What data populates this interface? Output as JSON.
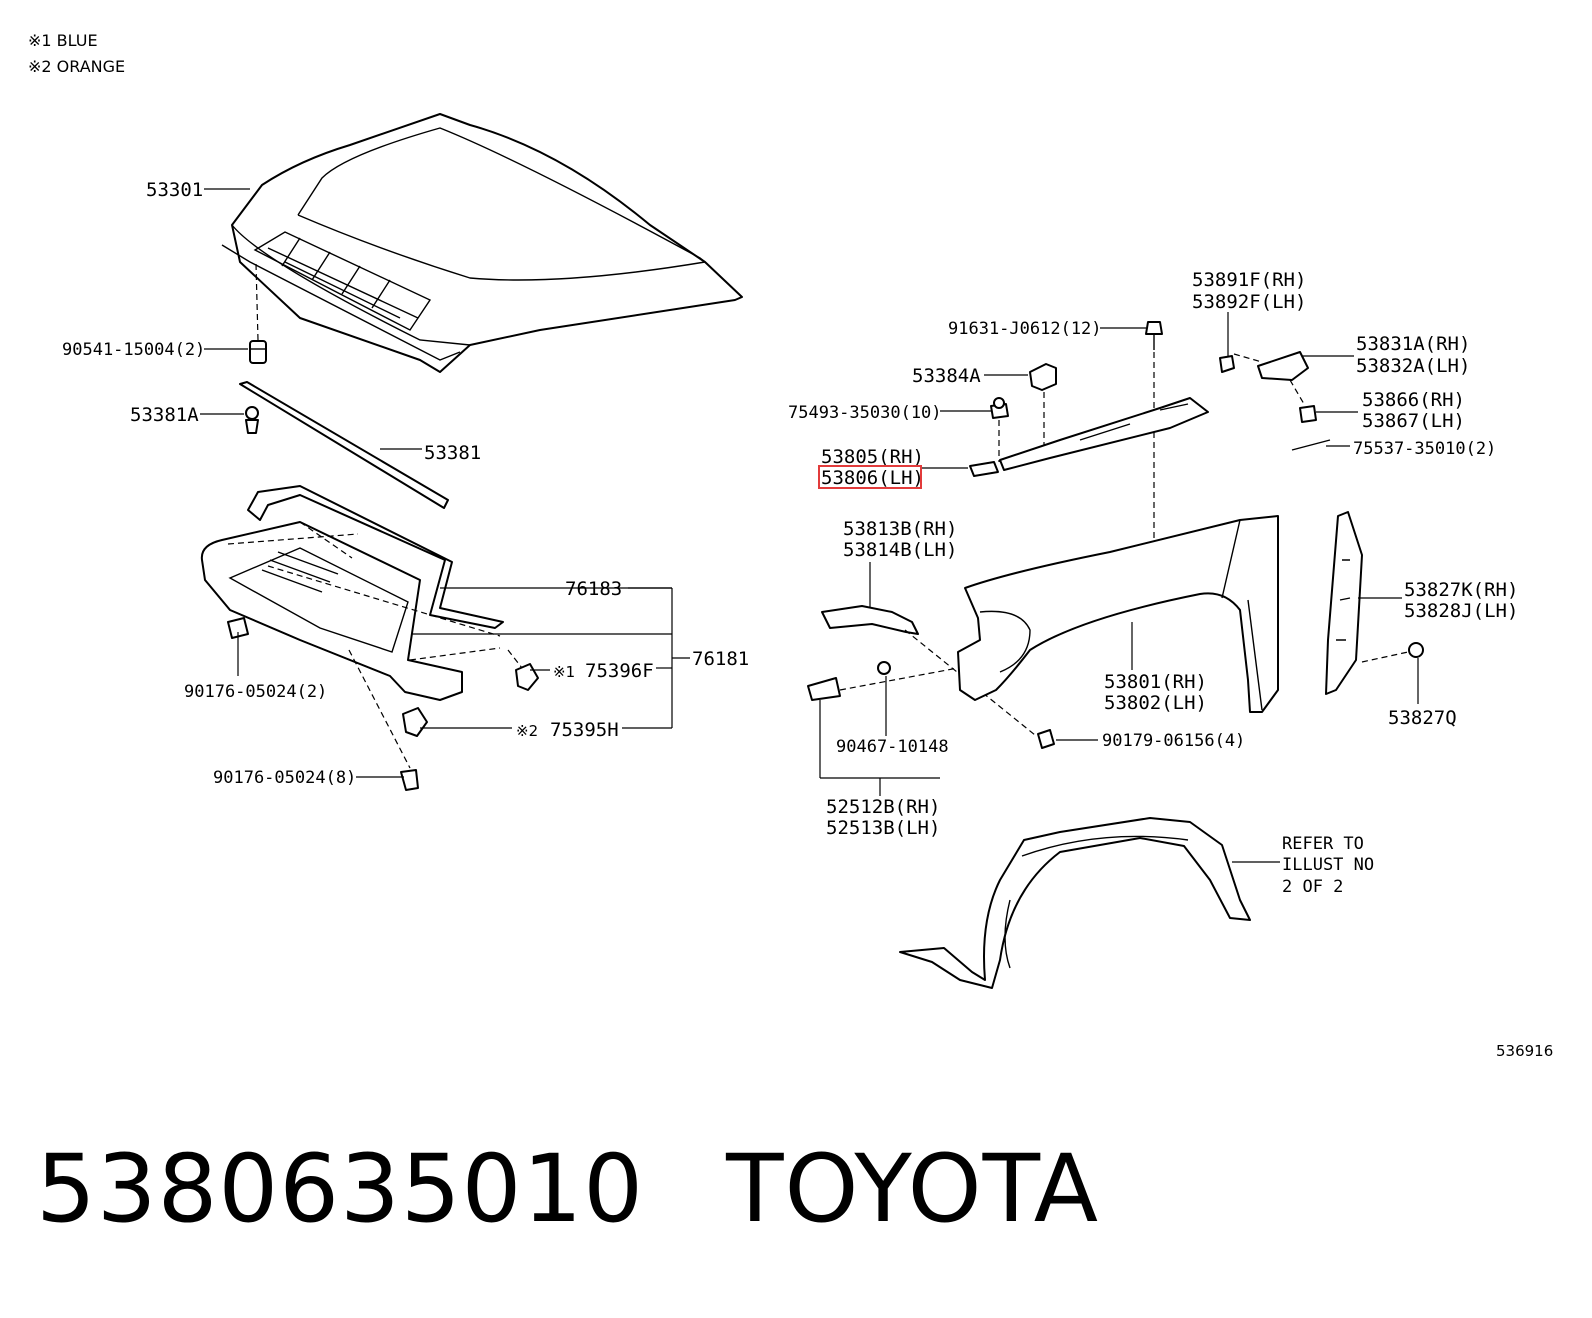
{
  "legend": {
    "blue": "※1 BLUE",
    "orange": "※2 ORANGE"
  },
  "callouts": {
    "hood": "53301",
    "hood_cushion": "90541-15004(2)",
    "seal_clip": "53381A",
    "seal": "53381",
    "protector_sub": "76183",
    "protector_assy": "76181",
    "clip_blue_mark": "※1",
    "clip_blue": "75396F",
    "clip_orange_mark": "※2",
    "clip_orange": "75395H",
    "clip_a": "90176-05024(2)",
    "clip_b": "90176-05024(8)",
    "bolt_top": "91631-J0612(12)",
    "retainer_53891f": "53891F(RH)",
    "retainer_53892f": "53892F(LH)",
    "bracket_53831a": "53831A(RH)",
    "bracket_53832a": "53832A(LH)",
    "cushion_53384a": "53384A",
    "clip_75493": "75493-35030(10)",
    "seal_53866": "53866(RH)",
    "seal_53867": "53867(LH)",
    "tape_75537": "75537-35010(2)",
    "retainer_rh": "53805(RH)",
    "retainer_lh": "53806(LH)",
    "bracket_53813b": "53813B(RH)",
    "bracket_53814b": "53814B(LH)",
    "fender_rh": "53801(RH)",
    "fender_lh": "53802(LH)",
    "seal_53827k": "53827K(RH)",
    "seal_53828j": "53828J(LH)",
    "clip_53827q": "53827Q",
    "clip_90467": "90467-10148",
    "screw_90179": "90179-06156(4)",
    "spoiler_rh": "52512B(RH)",
    "spoiler_lh": "52513B(LH)",
    "refer_1": "REFER TO",
    "refer_2": "ILLUST NO",
    "refer_3": "2 OF 2"
  },
  "diagram_id": "536916",
  "footer": {
    "part_number": "5380635010",
    "brand": "TOYOTA"
  },
  "colors": {
    "highlight": "#e23b3b",
    "line": "#000000",
    "background": "#ffffff"
  }
}
